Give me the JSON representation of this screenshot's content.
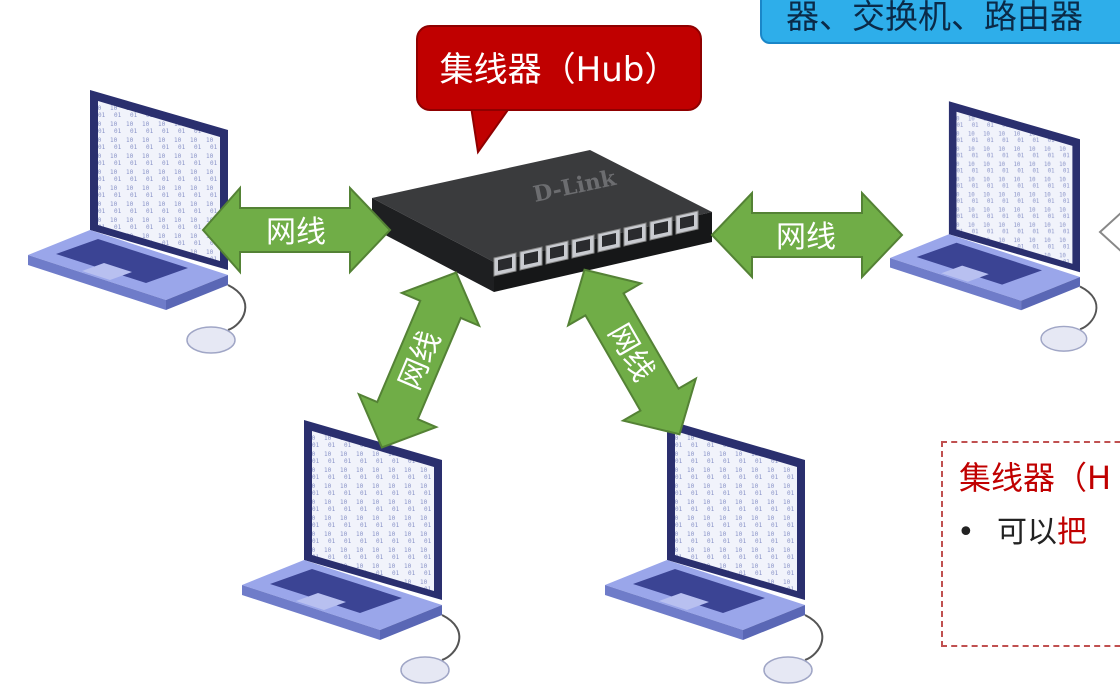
{
  "banner": {
    "text": "器、交换机、路由器"
  },
  "hub_callout": {
    "label": "集线器（Hub）"
  },
  "device": {
    "brand": "D-Link"
  },
  "cables": [
    {
      "label": "网线"
    },
    {
      "label": "网线"
    },
    {
      "label": "网线"
    },
    {
      "label": "网线"
    }
  ],
  "note": {
    "title": "集线器（H",
    "bullet_prefix": "•",
    "bullet_text": "可以",
    "bullet_highlight": "把"
  },
  "colors": {
    "callout_red": "#c00000",
    "arrow_green": "#70ad47",
    "banner_blue": "#2eaeea",
    "laptop_purple": "#8f9de0"
  }
}
